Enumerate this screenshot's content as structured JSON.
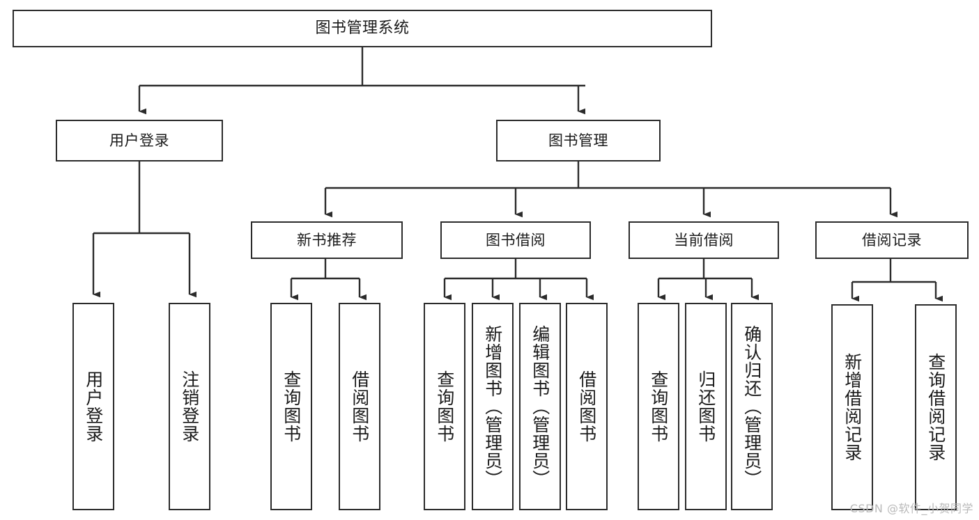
{
  "diagram": {
    "kind": "tree-hierarchy",
    "title": "图书管理系统",
    "watermark": "CSDN @软件_小贺同学",
    "colors": {
      "stroke": "#2b2b2b",
      "fill": "#ffffff",
      "text": "#1a1a1a",
      "watermark": "#b9b9b9"
    },
    "nodes": {
      "root": {
        "label": "图书管理系统"
      },
      "level1": [
        {
          "id": "user-login",
          "label": "用户登录"
        },
        {
          "id": "book-management",
          "label": "图书管理"
        }
      ],
      "level2": [
        {
          "id": "new-book-recommend",
          "label": "新书推荐"
        },
        {
          "id": "book-borrow",
          "label": "图书借阅"
        },
        {
          "id": "current-borrow",
          "label": "当前借阅"
        },
        {
          "id": "borrow-record",
          "label": "借阅记录"
        }
      ],
      "leaves": {
        "user-login": [
          {
            "id": "leaf-user-login",
            "label": "用户登录"
          },
          {
            "id": "leaf-logout-login",
            "label": "注销登录"
          }
        ],
        "new-book-recommend": [
          {
            "id": "leaf-query-book-1",
            "label": "查询图书"
          },
          {
            "id": "leaf-borrow-book-1",
            "label": "借阅图书"
          }
        ],
        "book-borrow": [
          {
            "id": "leaf-query-book-2",
            "label": "查询图书"
          },
          {
            "id": "leaf-add-book",
            "label": "新增图书（管理员）"
          },
          {
            "id": "leaf-edit-book",
            "label": "编辑图书（管理员）"
          },
          {
            "id": "leaf-borrow-book-2",
            "label": "借阅图书"
          }
        ],
        "current-borrow": [
          {
            "id": "leaf-query-book-3",
            "label": "查询图书"
          },
          {
            "id": "leaf-return-book",
            "label": "归还图书"
          },
          {
            "id": "leaf-confirm-return",
            "label": "确认归还（管理员）"
          }
        ],
        "borrow-record": [
          {
            "id": "leaf-add-borrow-record",
            "label": "新增借阅记录"
          },
          {
            "id": "leaf-query-borrow-record",
            "label": "查询借阅记录"
          }
        ]
      }
    }
  }
}
